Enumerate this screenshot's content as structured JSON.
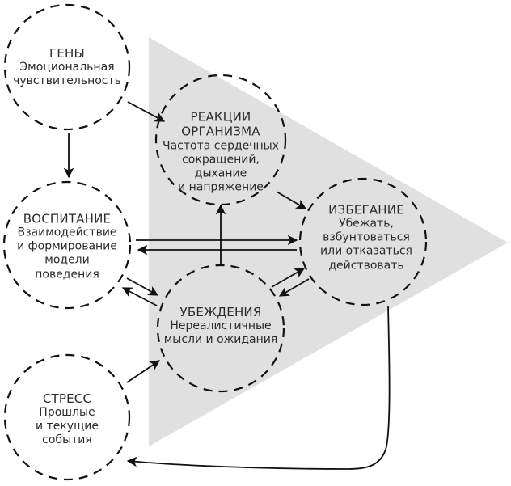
{
  "diagram": {
    "background_triangle_color": "#e0e0e0",
    "stroke_color": "#111111",
    "nodes": {
      "genes": {
        "title": "ГЕНЫ",
        "desc": [
          "Эмоциональная",
          "чувствительность"
        ]
      },
      "reactions": {
        "title": [
          "РЕАКЦИИ",
          "ОРГАНИЗМА"
        ],
        "desc": [
          "Частота сердечных",
          "сокращений,",
          "дыхание",
          "и напряжение"
        ]
      },
      "avoidance": {
        "title": "ИЗБЕГАНИЕ",
        "desc": [
          "Убежать,",
          "взбунтоваться",
          "или отказаться",
          "действовать"
        ]
      },
      "upbringing": {
        "title": "ВОСПИТАНИЕ",
        "desc": [
          "Взаимодействие",
          "и формирование",
          "модели",
          "поведения"
        ]
      },
      "beliefs": {
        "title": "УБЕЖДЕНИЯ",
        "desc": [
          "Нереалистичные",
          "мысли и ожидания"
        ]
      },
      "stress": {
        "title": "СТРЕСС",
        "desc": [
          "Прошлые",
          "и текущие",
          "события"
        ]
      }
    },
    "edges": [
      {
        "from": "genes",
        "to": "reactions"
      },
      {
        "from": "genes",
        "to": "upbringing"
      },
      {
        "from": "upbringing",
        "to": "avoidance"
      },
      {
        "from": "avoidance",
        "to": "upbringing"
      },
      {
        "from": "upbringing",
        "to": "beliefs"
      },
      {
        "from": "beliefs",
        "to": "upbringing"
      },
      {
        "from": "beliefs",
        "to": "reactions"
      },
      {
        "from": "reactions",
        "to": "avoidance"
      },
      {
        "from": "beliefs",
        "to": "avoidance"
      },
      {
        "from": "avoidance",
        "to": "beliefs"
      },
      {
        "from": "stress",
        "to": "beliefs"
      },
      {
        "from": "avoidance",
        "to": "stress"
      }
    ]
  }
}
